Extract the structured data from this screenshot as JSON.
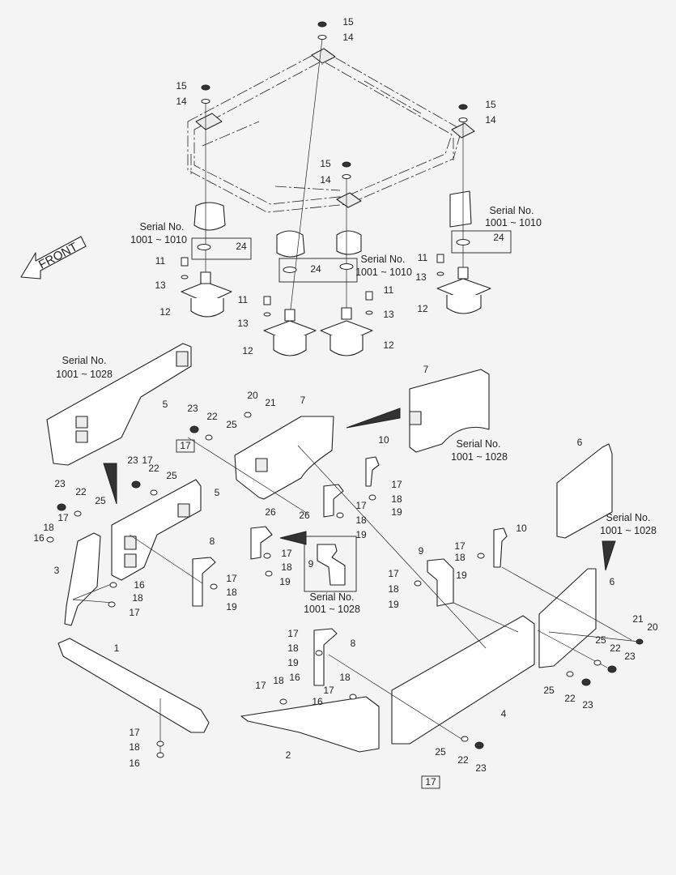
{
  "front_label": "FRONT",
  "serial_text": "Serial No.",
  "serial_ranges": {
    "r1010": "1001 ~ 1010",
    "r1028": "1001 ~ 1028"
  },
  "callouts": [
    {
      "id": "c15a",
      "text": "15"
    },
    {
      "id": "c14a",
      "text": "14"
    },
    {
      "id": "c15b",
      "text": "15"
    },
    {
      "id": "c14b",
      "text": "14"
    },
    {
      "id": "c15c",
      "text": "15"
    },
    {
      "id": "c14c",
      "text": "14"
    },
    {
      "id": "c15d",
      "text": "15"
    },
    {
      "id": "c14d",
      "text": "14"
    },
    {
      "id": "c24a",
      "text": "24"
    },
    {
      "id": "c24b",
      "text": "24"
    },
    {
      "id": "c24c",
      "text": "24"
    },
    {
      "id": "c11a",
      "text": "11"
    },
    {
      "id": "c13a",
      "text": "13"
    },
    {
      "id": "c12a",
      "text": "12"
    },
    {
      "id": "c11b",
      "text": "11"
    },
    {
      "id": "c13b",
      "text": "13"
    },
    {
      "id": "c12b",
      "text": "12"
    },
    {
      "id": "c11c",
      "text": "11"
    },
    {
      "id": "c13c",
      "text": "13"
    },
    {
      "id": "c12c",
      "text": "12"
    },
    {
      "id": "c11d",
      "text": "11"
    },
    {
      "id": "c13d",
      "text": "13"
    },
    {
      "id": "c12d",
      "text": "12"
    },
    {
      "id": "c5a",
      "text": "5"
    },
    {
      "id": "c5b",
      "text": "5"
    },
    {
      "id": "c7a",
      "text": "7"
    },
    {
      "id": "c7b",
      "text": "7"
    },
    {
      "id": "c6a",
      "text": "6"
    },
    {
      "id": "c6b",
      "text": "6"
    },
    {
      "id": "c10a",
      "text": "10"
    },
    {
      "id": "c10b",
      "text": "10"
    },
    {
      "id": "c9a",
      "text": "9"
    },
    {
      "id": "c9b",
      "text": "9"
    },
    {
      "id": "c8a",
      "text": "8"
    },
    {
      "id": "c8b",
      "text": "8"
    },
    {
      "id": "c26a",
      "text": "26"
    },
    {
      "id": "c26b",
      "text": "26"
    },
    {
      "id": "c1",
      "text": "1"
    },
    {
      "id": "c2",
      "text": "2"
    },
    {
      "id": "c3",
      "text": "3"
    },
    {
      "id": "c4",
      "text": "4"
    },
    {
      "id": "c20a",
      "text": "20"
    },
    {
      "id": "c21a",
      "text": "21"
    },
    {
      "id": "c20b",
      "text": "20"
    },
    {
      "id": "c21b",
      "text": "21"
    },
    {
      "id": "c23a",
      "text": "23"
    },
    {
      "id": "c22a",
      "text": "22"
    },
    {
      "id": "c25a",
      "text": "25"
    },
    {
      "id": "c23b",
      "text": "23"
    },
    {
      "id": "c22b",
      "text": "22"
    },
    {
      "id": "c25b",
      "text": "25"
    },
    {
      "id": "c23c",
      "text": "23"
    },
    {
      "id": "c22c",
      "text": "22"
    },
    {
      "id": "c25c",
      "text": "25"
    },
    {
      "id": "c23d",
      "text": "23"
    },
    {
      "id": "c22d",
      "text": "22"
    },
    {
      "id": "c25d",
      "text": "25"
    },
    {
      "id": "c23e",
      "text": "23"
    },
    {
      "id": "c22e",
      "text": "22"
    },
    {
      "id": "c25e",
      "text": "25"
    },
    {
      "id": "c23f",
      "text": "23"
    },
    {
      "id": "c22f",
      "text": "22"
    },
    {
      "id": "c25f",
      "text": "25"
    },
    {
      "id": "c16a",
      "text": "16"
    },
    {
      "id": "c18a",
      "text": "18"
    },
    {
      "id": "c17a",
      "text": "17"
    },
    {
      "id": "c16b",
      "text": "16"
    },
    {
      "id": "c18b",
      "text": "18"
    },
    {
      "id": "c17b",
      "text": "17"
    },
    {
      "id": "c17c",
      "text": "17"
    },
    {
      "id": "c18c",
      "text": "18"
    },
    {
      "id": "c19c",
      "text": "19"
    },
    {
      "id": "c17d",
      "text": "17"
    },
    {
      "id": "c18d",
      "text": "18"
    },
    {
      "id": "c19d",
      "text": "19"
    },
    {
      "id": "c17e",
      "text": "17"
    },
    {
      "id": "c18e",
      "text": "18"
    },
    {
      "id": "c19e",
      "text": "19"
    },
    {
      "id": "c17f",
      "text": "17"
    },
    {
      "id": "c18f",
      "text": "18"
    },
    {
      "id": "c19f",
      "text": "19"
    },
    {
      "id": "c17g",
      "text": "17"
    },
    {
      "id": "c18g",
      "text": "18"
    },
    {
      "id": "c19g",
      "text": "19"
    },
    {
      "id": "c17h",
      "text": "17"
    },
    {
      "id": "c18h",
      "text": "18"
    },
    {
      "id": "c19h",
      "text": "19"
    },
    {
      "id": "c17i",
      "text": "17"
    },
    {
      "id": "c18i",
      "text": "18"
    },
    {
      "id": "c19i",
      "text": "19"
    },
    {
      "id": "c17j",
      "text": "17"
    },
    {
      "id": "c18j",
      "text": "18"
    },
    {
      "id": "c16j",
      "text": "16"
    },
    {
      "id": "c17k",
      "text": "17"
    },
    {
      "id": "c18k",
      "text": "18"
    },
    {
      "id": "c16k",
      "text": "16"
    },
    {
      "id": "c17l",
      "text": "17"
    },
    {
      "id": "c18l",
      "text": "18"
    },
    {
      "id": "c16l",
      "text": "16"
    },
    {
      "id": "c17m",
      "text": "17"
    },
    {
      "id": "c18m",
      "text": "18"
    },
    {
      "id": "c19m",
      "text": "19"
    },
    {
      "id": "c17box1",
      "text": "17"
    },
    {
      "id": "c17box2",
      "text": "17"
    }
  ]
}
